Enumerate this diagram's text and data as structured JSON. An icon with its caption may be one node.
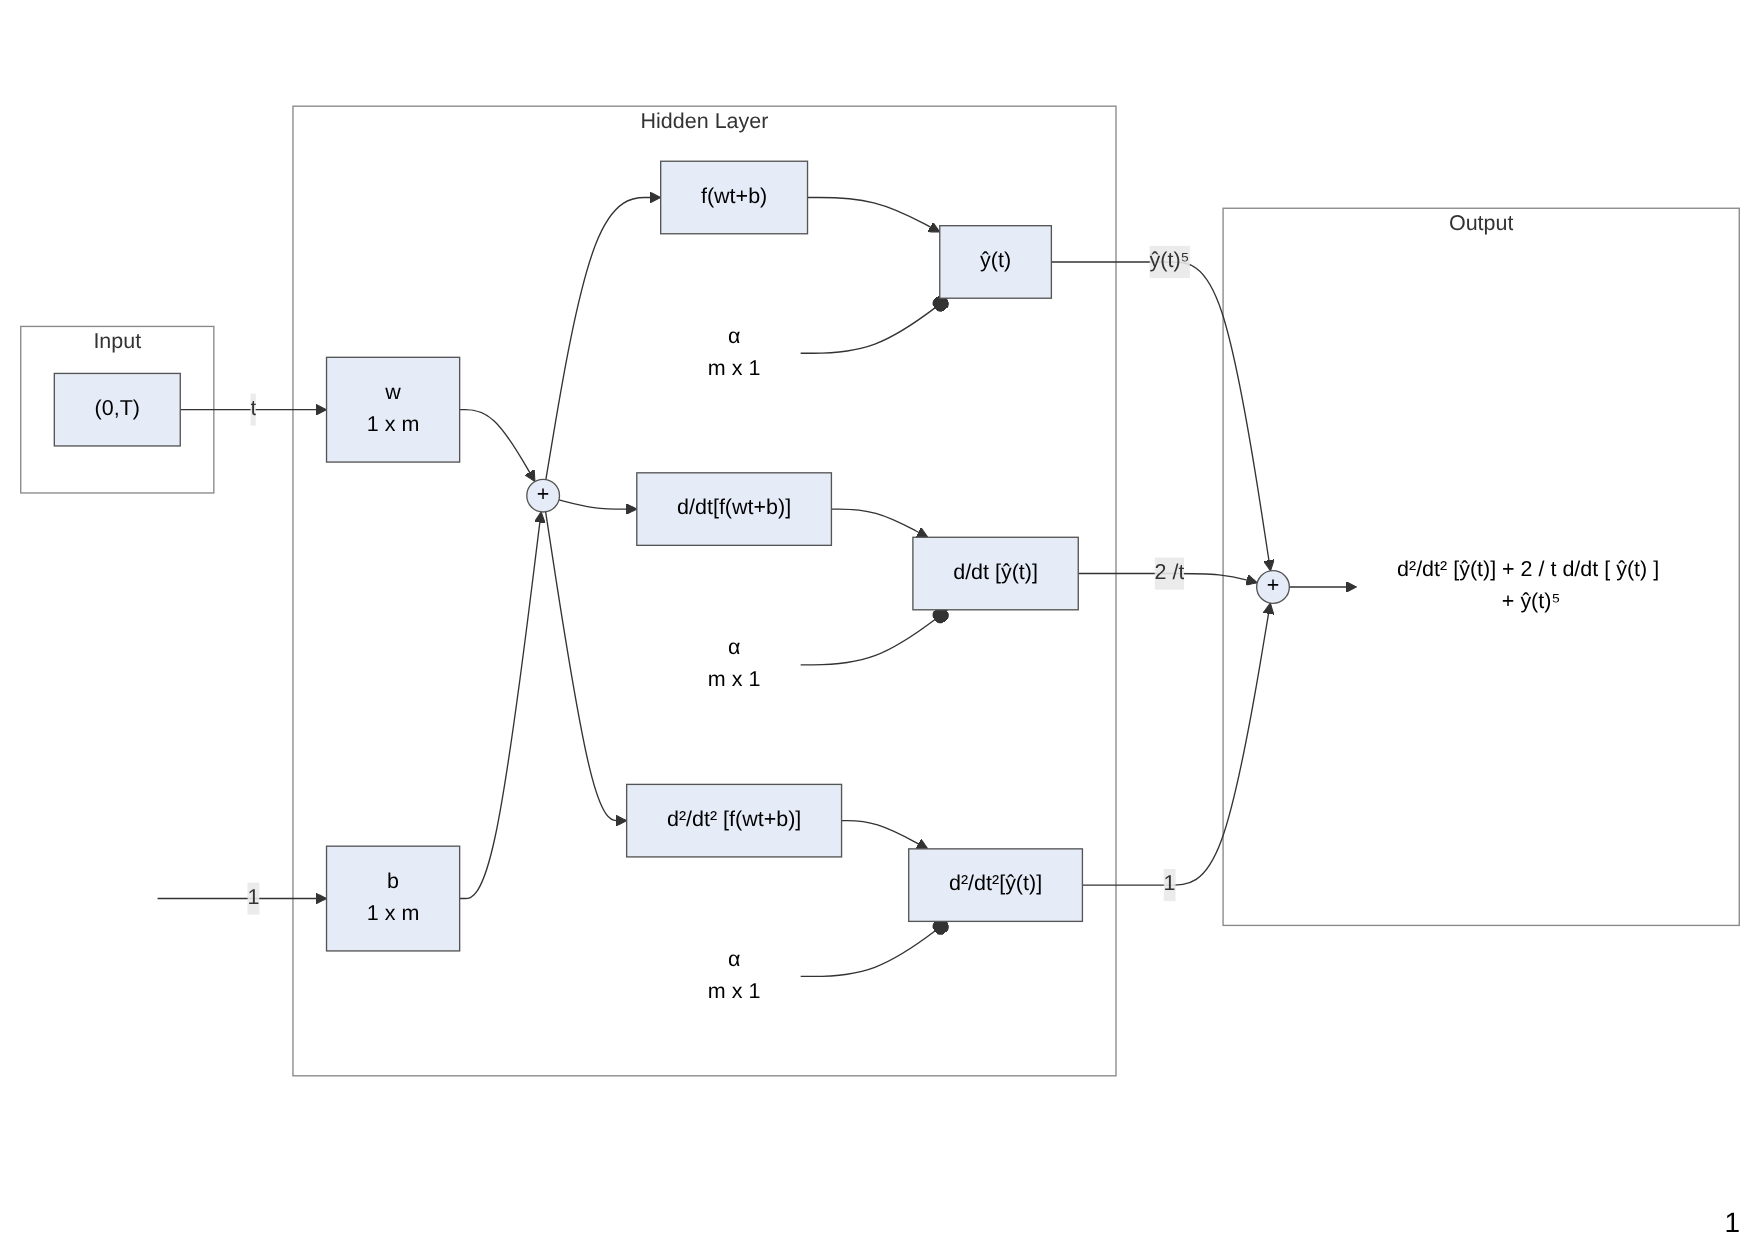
{
  "diagram": {
    "nodes": [
      {
        "text": [
          "Input"
        ]
      },
      {
        "text": [
          "Hidden Layer"
        ]
      },
      {
        "text": [
          "Output"
        ]
      },
      {
        "text": [
          "(0,T)"
        ],
        "in": 0
      },
      {
        "text": [
          "w",
          "1 x m"
        ],
        "in": 1
      },
      {
        "text": [
          "b",
          "1 x m"
        ],
        "in": 1
      },
      {
        "text": [
          "+"
        ],
        "in": 1
      },
      {
        "text": [
          "f(wt+b)"
        ],
        "in": 1
      },
      {
        "text": [
          "d/dt[f(wt+b)]"
        ],
        "in": 1
      },
      {
        "text": [
          "d²/dt² [f(wt+b)]"
        ],
        "in": 1
      },
      {
        "text": [
          "α",
          "m x 1"
        ],
        "in": 1
      },
      {
        "text": [
          "α",
          "m x 1"
        ],
        "in": 1
      },
      {
        "text": [
          "α",
          "m x 1"
        ],
        "in": 1
      },
      {
        "text": [
          "ŷ(t)"
        ],
        "in": 1
      },
      {
        "text": [
          "d/dt [ŷ(t)]"
        ],
        "in": 1
      },
      {
        "text": [
          "d²/dt²[ŷ(t)]"
        ],
        "in": 1
      },
      {
        "text": [
          "+"
        ],
        "in": 2
      },
      {
        "text": [
          "d²/dt² [ŷ(t)] + 2 / t d/dt [ ŷ(t) ] + ŷ(t)⁵"
        ],
        "in": 2
      }
    ],
    "edges": [
      {
        "from": 3,
        "to": 4,
        "label": "t",
        "arrow": "to"
      },
      {
        "from": null,
        "to": 5,
        "label": "1",
        "arrow": "to"
      },
      {
        "from": 4,
        "to": 6,
        "arrow": "to"
      },
      {
        "from": 5,
        "to": 6,
        "arrow": "to"
      },
      {
        "from": 6,
        "to": 7,
        "arrow": "to"
      },
      {
        "from": 6,
        "to": 8,
        "arrow": "to"
      },
      {
        "from": 6,
        "to": 9,
        "arrow": "to"
      },
      {
        "from": 7,
        "to": 13,
        "arrow": "to"
      },
      {
        "from": 8,
        "to": 14,
        "arrow": "to"
      },
      {
        "from": 9,
        "to": 15,
        "arrow": "to"
      },
      {
        "from": 10,
        "to": 13,
        "arrow": "other"
      },
      {
        "from": 11,
        "to": 14,
        "arrow": "other"
      },
      {
        "from": 12,
        "to": 15,
        "arrow": "other"
      },
      {
        "from": 13,
        "to": 16,
        "label": "ŷ(t)⁵",
        "arrow": "to"
      },
      {
        "from": 14,
        "to": 16,
        "label": "2 /t",
        "arrow": "to"
      },
      {
        "from": 15,
        "to": 16,
        "label": "1",
        "arrow": "to"
      },
      {
        "from": 16,
        "to": 17,
        "arrow": "to"
      }
    ],
    "labels": [
      "1"
    ]
  }
}
